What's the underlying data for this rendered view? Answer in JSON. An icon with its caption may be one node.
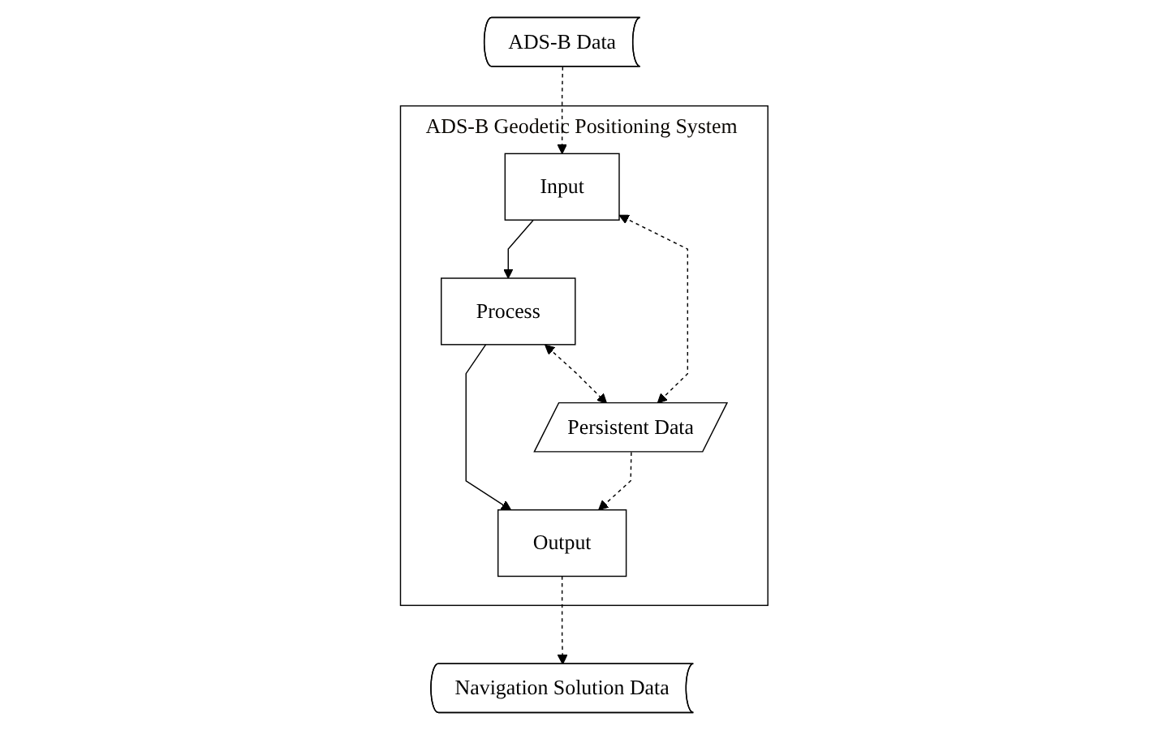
{
  "diagram": {
    "nodes": [
      {
        "text": [
          "ADS-B Data"
        ]
      },
      {
        "text": [
          "ADS-B Geodetic Positioning System"
        ]
      },
      {
        "text": [
          "Input"
        ],
        "in": 1
      },
      {
        "text": [
          "Process"
        ],
        "in": 1
      },
      {
        "text": [
          "Persistent Data"
        ],
        "in": 1
      },
      {
        "text": [
          "Output"
        ],
        "in": 1
      },
      {
        "text": [
          "Navigation Solution Data"
        ]
      }
    ],
    "edges": [
      {
        "from": 0,
        "to": 2,
        "arrow": "to",
        "style": "dashed"
      },
      {
        "from": 2,
        "to": 3,
        "arrow": "to"
      },
      {
        "from": 4,
        "to": 2,
        "arrow": "both",
        "style": "dashed"
      },
      {
        "from": 3,
        "to": 4,
        "arrow": "both",
        "style": "dashed"
      },
      {
        "from": 3,
        "to": 5,
        "arrow": "to"
      },
      {
        "from": 4,
        "to": 5,
        "arrow": "to",
        "style": "dashed"
      },
      {
        "from": 5,
        "to": 6,
        "arrow": "to",
        "style": "dashed"
      }
    ]
  }
}
